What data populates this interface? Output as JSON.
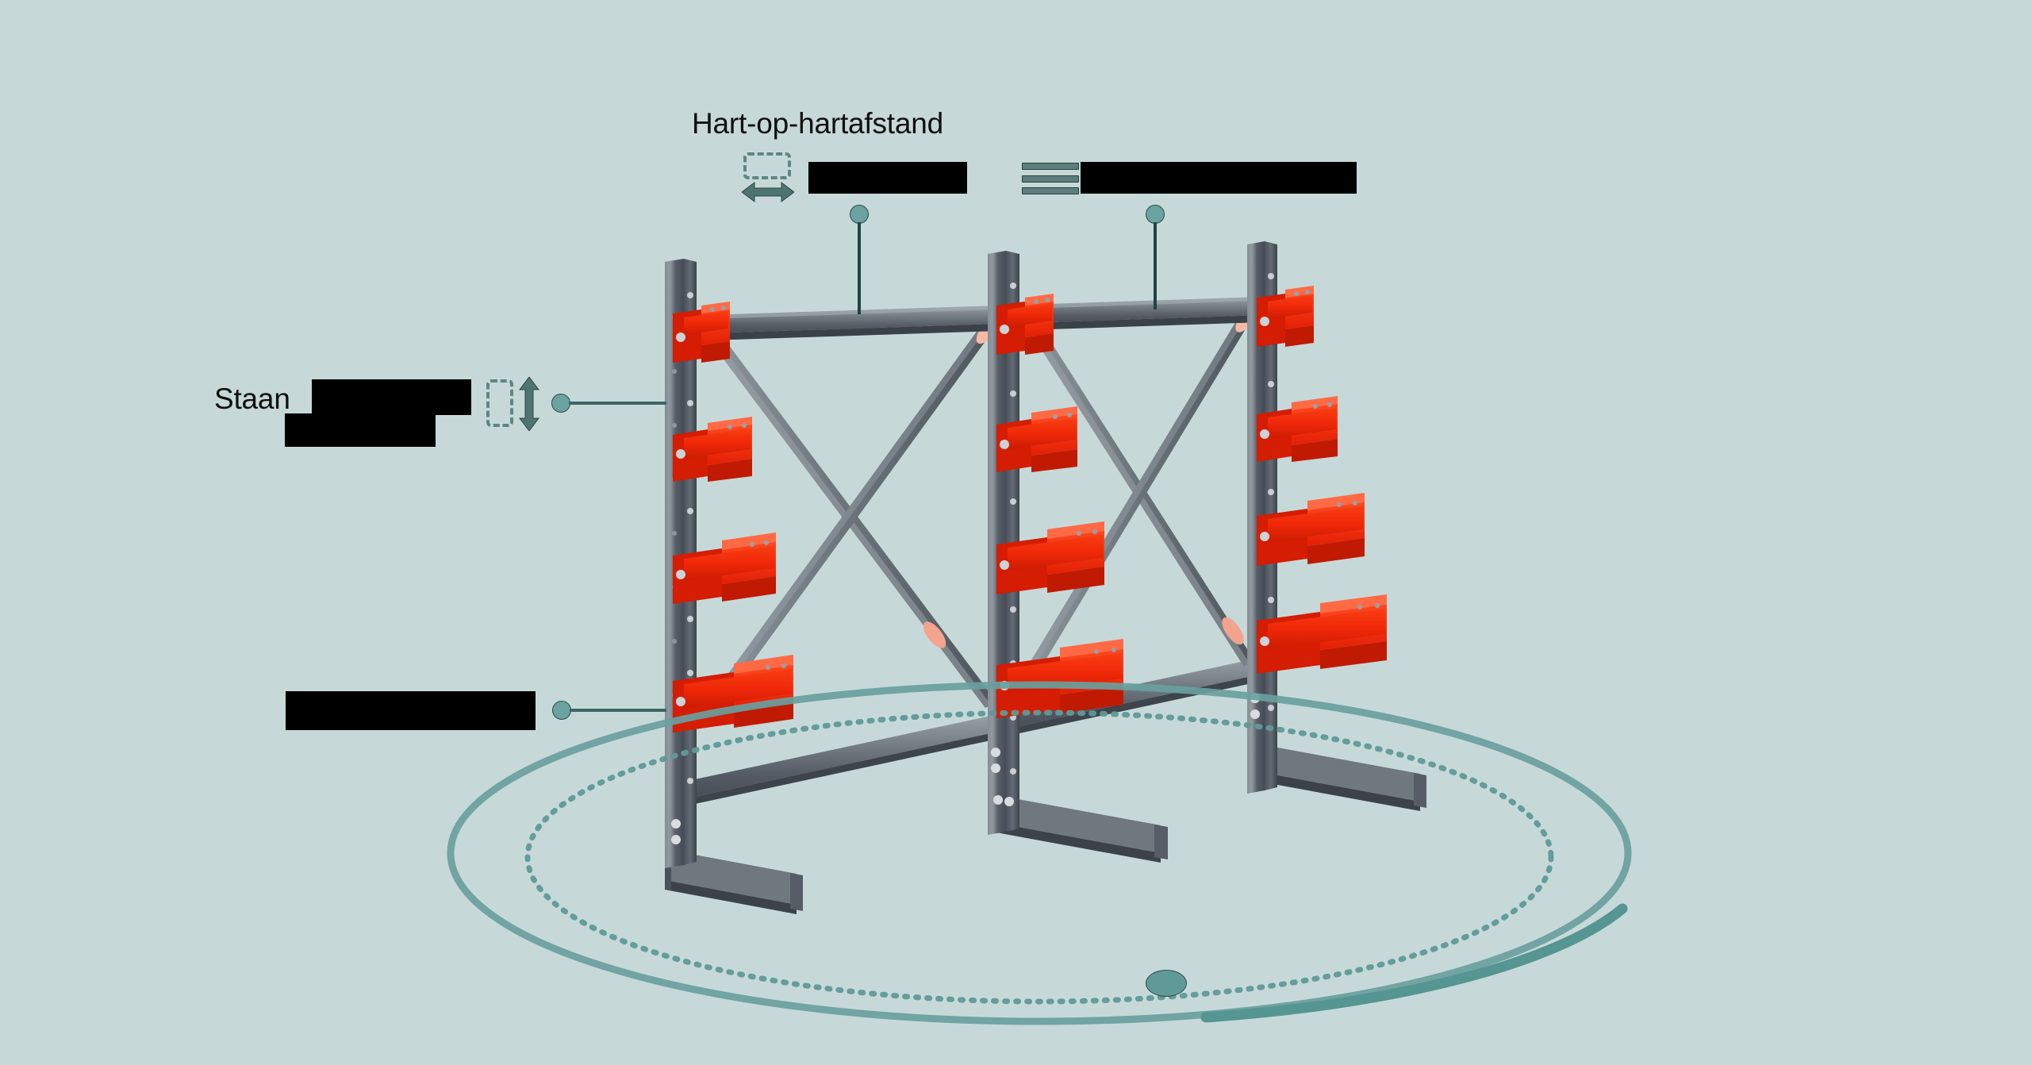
{
  "viewer": {
    "background_color": "#c6d9d8",
    "accent_color": "#6aa3a1",
    "product": "cantilever-rack",
    "steel_color": "#5c6670",
    "arm_color": "#ef2808"
  },
  "annotations": {
    "center_distance": {
      "title": "Hart-op-hartafstand",
      "icon": "width-dimension-icon",
      "value": "",
      "value_redacted": true
    },
    "levels": {
      "icon": "levels-stack-icon",
      "value": "",
      "value_redacted": true
    },
    "upright": {
      "label": "Staan",
      "icon": "height-dimension-icon",
      "value": "",
      "value_redacted": true,
      "value2": "",
      "value2_redacted": true
    },
    "arm": {
      "value": "",
      "value_redacted": true
    }
  },
  "gizmo": {
    "name": "turntable-orbit-ring",
    "handle": "orbit-drag-handle"
  },
  "rack": {
    "uprights": 3,
    "arms_per_upright": 4,
    "bracing": "x-cross-brace",
    "base_feet": 3
  }
}
